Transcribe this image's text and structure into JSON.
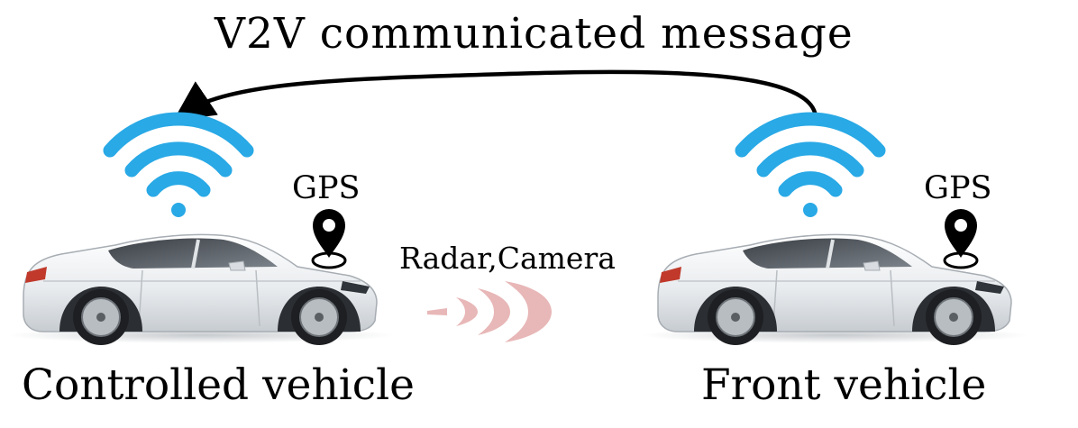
{
  "title": "V2V communicated message",
  "controlled_vehicle": {
    "caption": "Controlled vehicle",
    "gps_label": "GPS"
  },
  "front_vehicle": {
    "caption": "Front vehicle",
    "gps_label": "GPS"
  },
  "sensor_label": "Radar,Camera",
  "icons": {
    "wifi": "wifi-icon",
    "gps": "location-pin-icon",
    "radar": "radar-waves-icon",
    "car": "car-icon"
  },
  "colors": {
    "wifi": "#29a9e6",
    "radar": "#e8b7b7",
    "car_body": "#eef0f2",
    "arrow": "#000000"
  }
}
